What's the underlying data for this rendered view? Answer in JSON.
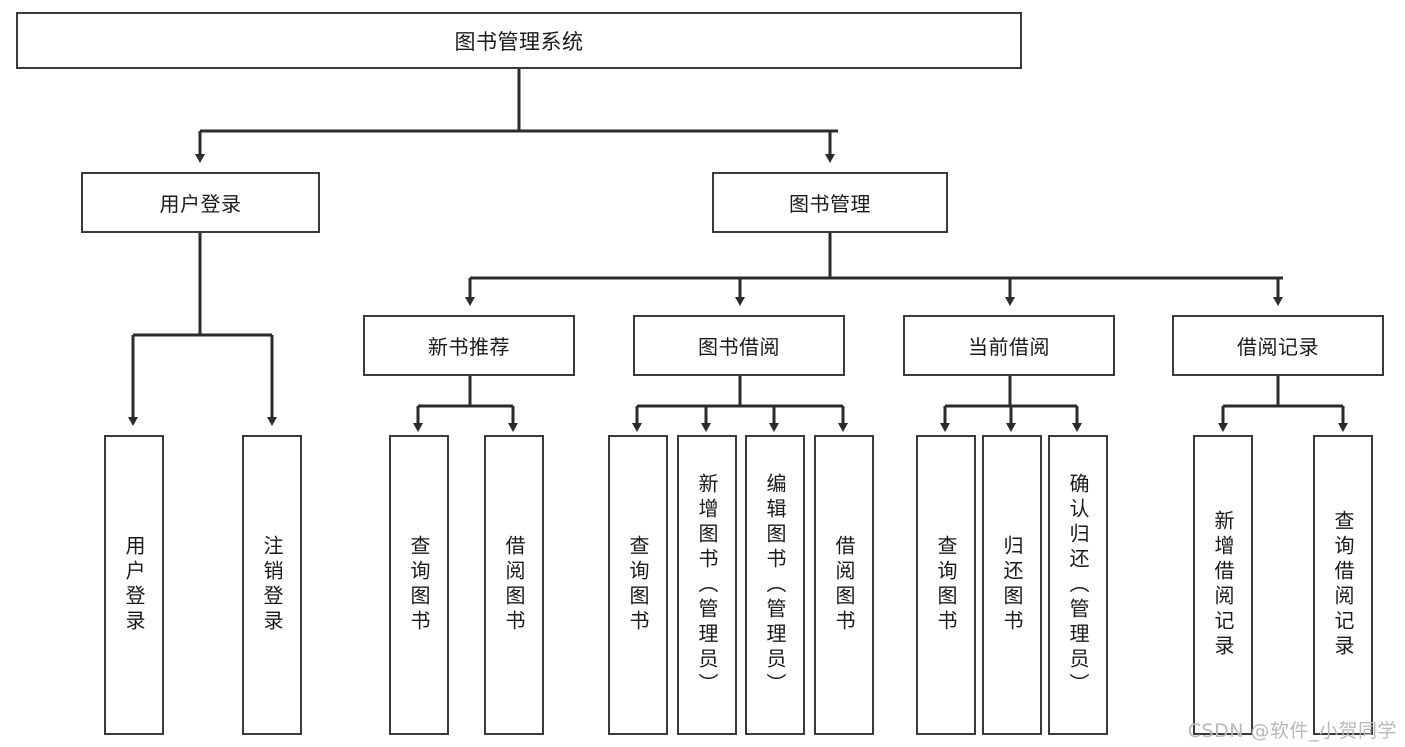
{
  "diagram": {
    "title": "图书管理系统",
    "type": "tree-hierarchy",
    "watermark": "CSDN @软件_小贺同学",
    "colors": {
      "stroke": "#3a3a3a",
      "fill": "#ffffff",
      "text": "#1a1a1a",
      "watermark": "#b9b9b9"
    },
    "root": {
      "label": "图书管理系统"
    },
    "level1": [
      {
        "label": "用户登录"
      },
      {
        "label": "图书管理"
      }
    ],
    "level2": [
      {
        "label": "新书推荐"
      },
      {
        "label": "图书借阅"
      },
      {
        "label": "当前借阅"
      },
      {
        "label": "借阅记录"
      }
    ],
    "leaves": {
      "user_login": [
        {
          "label": "用户登录"
        },
        {
          "label": "注销登录"
        }
      ],
      "new_book": [
        {
          "label": "查询图书"
        },
        {
          "label": "借阅图书"
        }
      ],
      "book_borrow": [
        {
          "label": "查询图书"
        },
        {
          "label": "新增图书（管理员）"
        },
        {
          "label": "编辑图书（管理员）"
        },
        {
          "label": "借阅图书"
        }
      ],
      "current_borrow": [
        {
          "label": "查询图书"
        },
        {
          "label": "归还图书"
        },
        {
          "label": "确认归还（管理员）"
        }
      ],
      "borrow_record": [
        {
          "label": "新增借阅记录"
        },
        {
          "label": "查询借阅记录"
        }
      ]
    }
  }
}
